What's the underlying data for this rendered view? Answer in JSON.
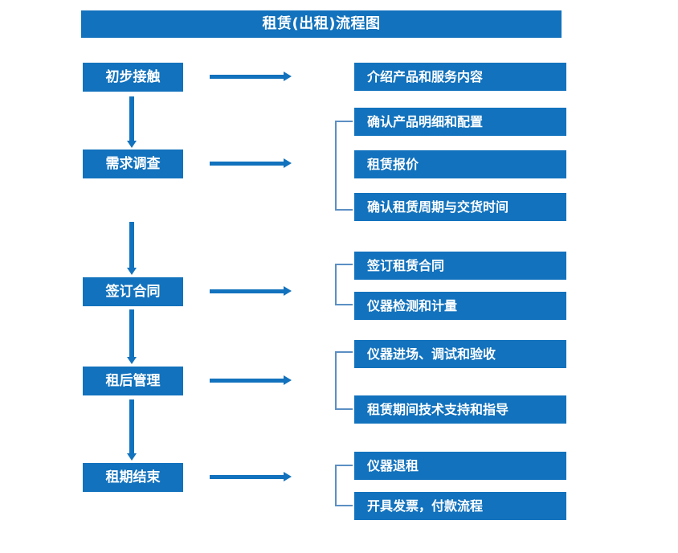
{
  "title": {
    "text": "租赁(出租)流程图"
  },
  "colors": {
    "primary_blue": "#1272bd",
    "bracket_blue": "#5b8fc4",
    "box_text": "#ffffff",
    "background": "#ffffff"
  },
  "stages": [
    {
      "label": "初步接触"
    },
    {
      "label": "需求调查"
    },
    {
      "label": "签订合同"
    },
    {
      "label": "租后管理"
    },
    {
      "label": "租期结束"
    }
  ],
  "detail_groups": [
    {
      "bracketed": false,
      "items": [
        {
          "label": "介绍产品和服务内容"
        }
      ]
    },
    {
      "bracketed": true,
      "items": [
        {
          "label": "确认产品明细和配置"
        },
        {
          "label": "租赁报价"
        },
        {
          "label": "确认租赁周期与交货时间"
        }
      ]
    },
    {
      "bracketed": true,
      "items": [
        {
          "label": "签订租赁合同"
        },
        {
          "label": "仪器检测和计量"
        }
      ]
    },
    {
      "bracketed": true,
      "items": [
        {
          "label": "仪器进场、调试和验收"
        },
        {
          "label": "租赁期间技术支持和指导"
        }
      ]
    },
    {
      "bracketed": true,
      "items": [
        {
          "label": "仪器退租"
        },
        {
          "label": "开具发票，付款流程"
        }
      ]
    }
  ],
  "connectors": {
    "vertical_arrow_count": 4,
    "horizontal_arrow_count": 5
  }
}
